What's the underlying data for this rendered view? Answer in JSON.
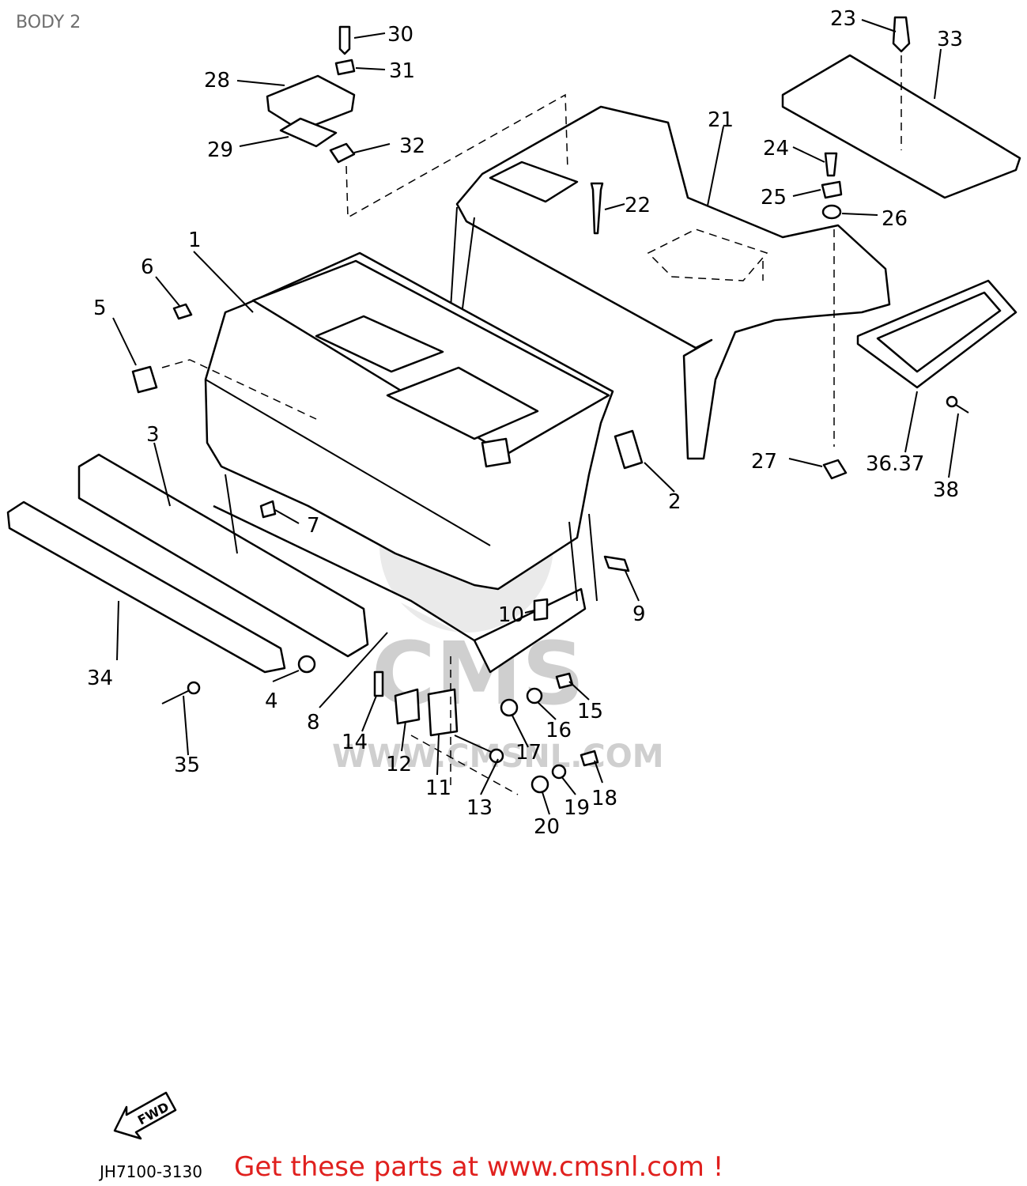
{
  "title": "BODY 2",
  "diagram_code": "JH7100-3130",
  "cta": "Get these parts at www.cmsnl.com !",
  "fwd_label": "FWD",
  "watermark": {
    "logo": "CMS",
    "url": "WWW.CMSNL.COM"
  },
  "colors": {
    "cta": "#e0201e",
    "title": "#6e6e6e",
    "watermark": "#d8d8d8"
  },
  "callouts": [
    {
      "id": "1",
      "label": "1"
    },
    {
      "id": "2",
      "label": "2"
    },
    {
      "id": "3",
      "label": "3"
    },
    {
      "id": "4",
      "label": "4"
    },
    {
      "id": "5",
      "label": "5"
    },
    {
      "id": "6",
      "label": "6"
    },
    {
      "id": "7",
      "label": "7"
    },
    {
      "id": "8",
      "label": "8"
    },
    {
      "id": "9",
      "label": "9"
    },
    {
      "id": "10",
      "label": "10"
    },
    {
      "id": "11",
      "label": "11"
    },
    {
      "id": "12",
      "label": "12"
    },
    {
      "id": "13",
      "label": "13"
    },
    {
      "id": "14",
      "label": "14"
    },
    {
      "id": "15",
      "label": "15"
    },
    {
      "id": "16",
      "label": "16"
    },
    {
      "id": "17",
      "label": "17"
    },
    {
      "id": "18",
      "label": "18"
    },
    {
      "id": "19",
      "label": "19"
    },
    {
      "id": "20",
      "label": "20"
    },
    {
      "id": "21",
      "label": "21"
    },
    {
      "id": "22",
      "label": "22"
    },
    {
      "id": "23",
      "label": "23"
    },
    {
      "id": "24",
      "label": "24"
    },
    {
      "id": "25",
      "label": "25"
    },
    {
      "id": "26",
      "label": "26"
    },
    {
      "id": "27",
      "label": "27"
    },
    {
      "id": "28",
      "label": "28"
    },
    {
      "id": "29",
      "label": "29"
    },
    {
      "id": "30",
      "label": "30"
    },
    {
      "id": "31",
      "label": "31"
    },
    {
      "id": "32",
      "label": "32"
    },
    {
      "id": "33",
      "label": "33"
    },
    {
      "id": "34",
      "label": "34"
    },
    {
      "id": "35",
      "label": "35"
    },
    {
      "id": "36_37",
      "label": "36.37"
    },
    {
      "id": "38",
      "label": "38"
    }
  ]
}
